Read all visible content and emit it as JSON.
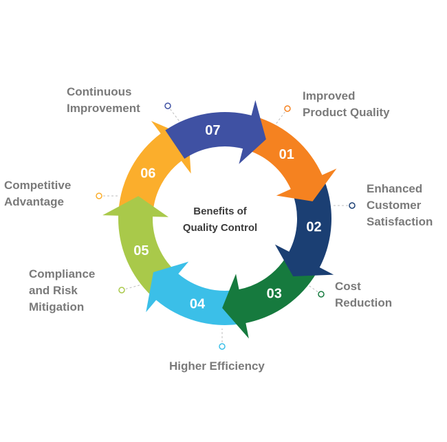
{
  "center": {
    "title": "Benefits of\nQuality Control"
  },
  "steps": [
    {
      "number": "01",
      "label": "Improved\nProduct Quality",
      "color": "#f58220"
    },
    {
      "number": "02",
      "label": "Enhanced\nCustomer\nSatisfaction",
      "color": "#1b3f73"
    },
    {
      "number": "03",
      "label": "Cost\nReduction",
      "color": "#167a3e"
    },
    {
      "number": "04",
      "label": "Higher Efficiency",
      "color": "#3bbfe8"
    },
    {
      "number": "05",
      "label": "Compliance\nand Risk\nMitigation",
      "color": "#a9c94a"
    },
    {
      "number": "06",
      "label": "Competitive\nAdvantage",
      "color": "#fbae2c"
    },
    {
      "number": "07",
      "label": "Continuous\nImprovement",
      "color": "#3f51a3"
    }
  ]
}
